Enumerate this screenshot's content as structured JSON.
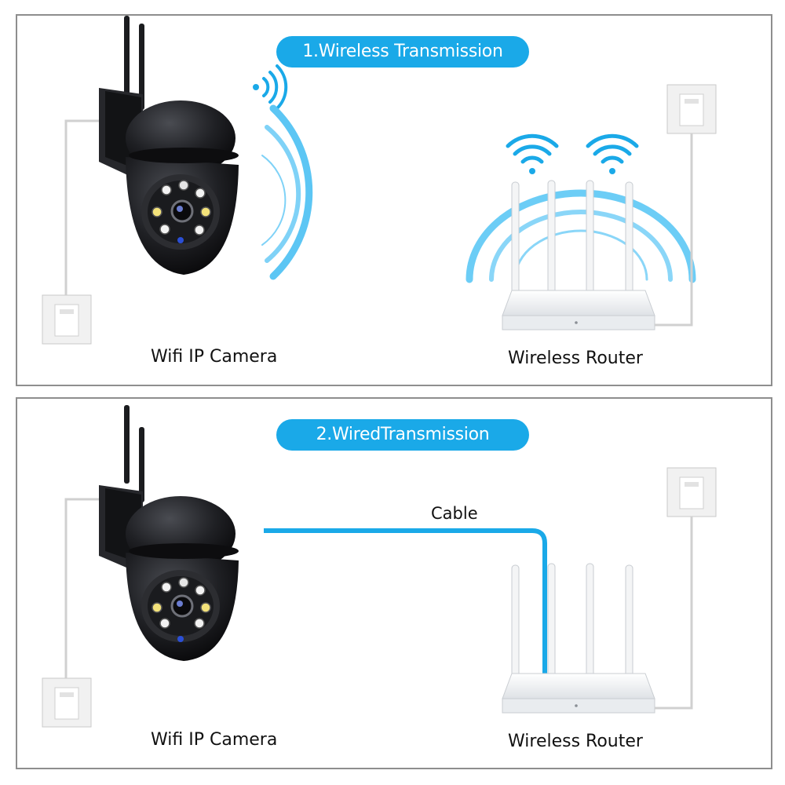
{
  "panels": [
    {
      "title": "1.Wireless Transmission",
      "camera_label": "Wifi IP Camera",
      "router_label": "Wireless Router"
    },
    {
      "title": "2.WiredTransmission",
      "camera_label": "Wifi IP Camera",
      "router_label": "Wireless Router",
      "cable_label": "Cable"
    }
  ],
  "icons": {
    "signal": "wifi-signal-icon",
    "waves": "radio-wave-icon",
    "outlet": "wall-outlet-icon"
  },
  "colors": {
    "accent": "#1aa9e8",
    "wave": "#7fd2f7",
    "camera_body": "#1b1c1f",
    "router_body": "#f4f5f6",
    "border": "#8e8e8e"
  }
}
